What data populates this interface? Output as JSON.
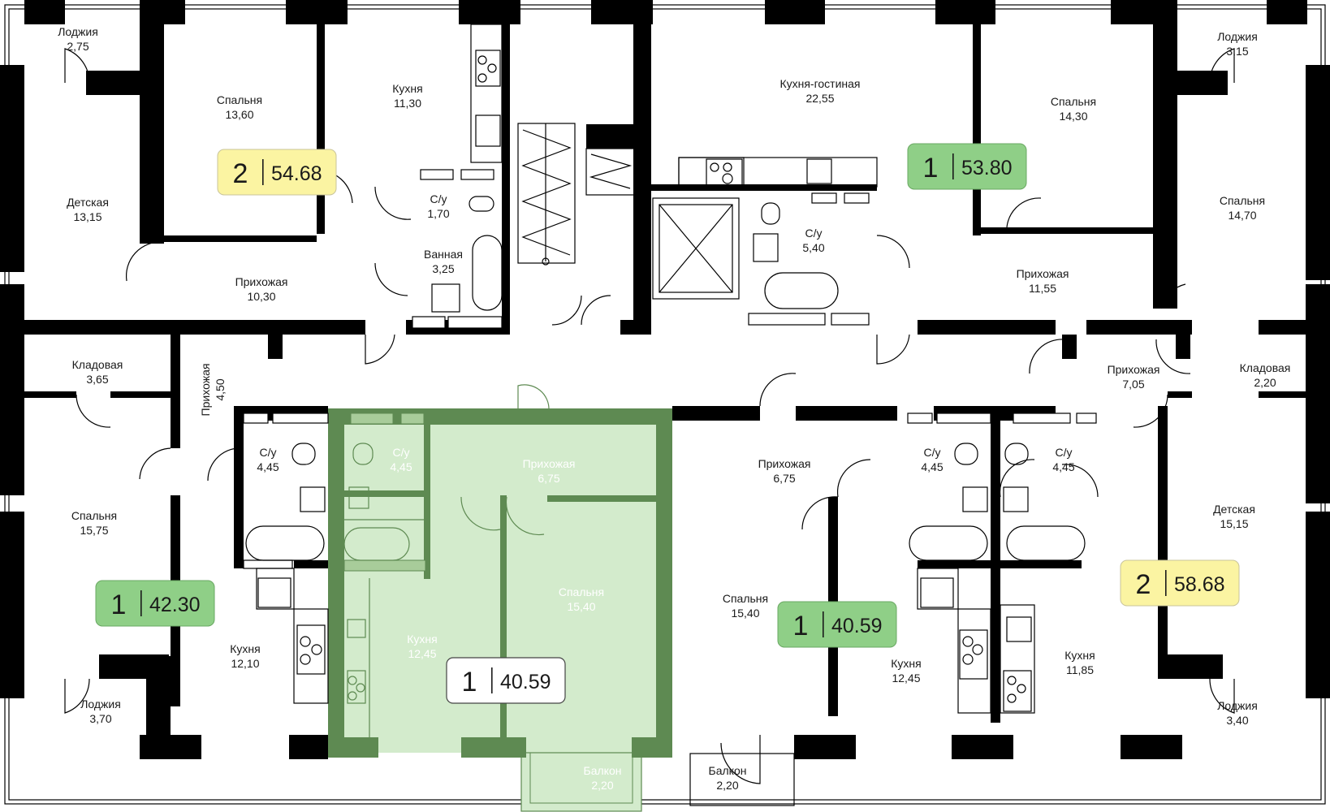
{
  "colors": {
    "wall": "#000000",
    "highlight_fill": "#d3ebcc",
    "highlight_wall": "#5e8a52",
    "badge_green": "#8fcf87",
    "badge_yellow": "#fbf4a2",
    "badge_white": "#ffffff"
  },
  "icons": [
    "stove-icon",
    "sink-icon",
    "bathtub-icon",
    "toilet-icon",
    "elevator-shaft-icon",
    "staircase-icon",
    "door-swing-icon",
    "ventilation-hatch-icon"
  ],
  "rooms": [
    {
      "name": "Лоджия",
      "area": "2,75"
    },
    {
      "name": "Спальня",
      "area": "13,60"
    },
    {
      "name": "Кухня",
      "area": "11,30"
    },
    {
      "name": "Детская",
      "area": "13,15"
    },
    {
      "name": "С/у",
      "area": "1,70"
    },
    {
      "name": "Ванная",
      "area": "3,25"
    },
    {
      "name": "Прихожая",
      "area": "10,30"
    },
    {
      "name": "Кухня-гостиная",
      "area": "22,55"
    },
    {
      "name": "С/у",
      "area": "5,40"
    },
    {
      "name": "Спальня",
      "area": "14,30"
    },
    {
      "name": "Прихожая",
      "area": "11,55"
    },
    {
      "name": "Лоджия",
      "area": "3,15"
    },
    {
      "name": "Спальня",
      "area": "14,70"
    },
    {
      "name": "Кладовая",
      "area": "3,65"
    },
    {
      "name": "Прихожая",
      "area": "4,50"
    },
    {
      "name": "С/у",
      "area": "4,45"
    },
    {
      "name": "Спальня",
      "area": "15,75"
    },
    {
      "name": "Кухня",
      "area": "12,10"
    },
    {
      "name": "Лоджия",
      "area": "3,70"
    },
    {
      "name": "С/у",
      "area": "4,45"
    },
    {
      "name": "Прихожая",
      "area": "6,75"
    },
    {
      "name": "Кухня",
      "area": "12,45"
    },
    {
      "name": "Спальня",
      "area": "15,40"
    },
    {
      "name": "Балкон",
      "area": "2,20"
    },
    {
      "name": "Прихожая",
      "area": "6,75"
    },
    {
      "name": "Спальня",
      "area": "15,40"
    },
    {
      "name": "Балкон",
      "area": "2,20"
    },
    {
      "name": "С/у",
      "area": "4,45"
    },
    {
      "name": "Кухня",
      "area": "12,45"
    },
    {
      "name": "С/у",
      "area": "4,45"
    },
    {
      "name": "Кухня",
      "area": "11,85"
    },
    {
      "name": "Прихожая",
      "area": "7,05"
    },
    {
      "name": "Кладовая",
      "area": "2,20"
    },
    {
      "name": "Детская",
      "area": "15,15"
    },
    {
      "name": "Лоджия",
      "area": "3,40"
    }
  ],
  "apartments": [
    {
      "rooms": "2",
      "area": "54.68",
      "color": "yellow"
    },
    {
      "rooms": "1",
      "area": "53.80",
      "color": "green"
    },
    {
      "rooms": "1",
      "area": "42.30",
      "color": "green"
    },
    {
      "rooms": "1",
      "area": "40.59",
      "color": "white"
    },
    {
      "rooms": "1",
      "area": "40.59",
      "color": "green"
    },
    {
      "rooms": "2",
      "area": "58.68",
      "color": "yellow"
    }
  ]
}
